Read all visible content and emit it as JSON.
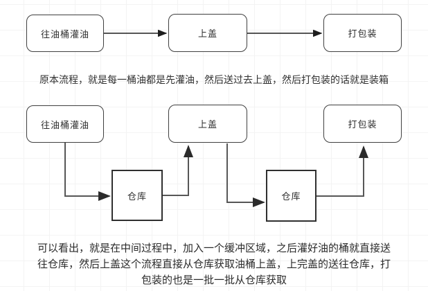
{
  "diagram": {
    "colors": {
      "background": "#ffffff",
      "grid_line": "#f3f3f3",
      "box_border": "#3f3f3f",
      "warehouse_border": "#2f2f2f",
      "connector": "#565656",
      "simple_arrow": "#1d1d1d",
      "text": "#303030"
    },
    "flow1": {
      "nodes": [
        {
          "label": "往油桶灌油"
        },
        {
          "label": "上盖"
        },
        {
          "label": "打包装"
        }
      ],
      "caption": "原本流程，就是每一桶油都是先灌油，然后送过去上盖，然后打包装的话就是装箱"
    },
    "flow2": {
      "nodes": [
        {
          "label": "往油桶灌油"
        },
        {
          "label": "上盖"
        },
        {
          "label": "打包装"
        }
      ],
      "warehouses": [
        {
          "label": "仓库"
        },
        {
          "label": "仓库"
        }
      ],
      "caption_lines": [
        "可以看出，就是在中间过程中，加入一个缓冲区域，之后灌好油的桶就直接送",
        "往仓库，然后上盖这个流程直接从仓库获取油桶上盖，上完盖的送往仓库，打",
        "包装的也是一批一批从仓库获取"
      ]
    }
  }
}
